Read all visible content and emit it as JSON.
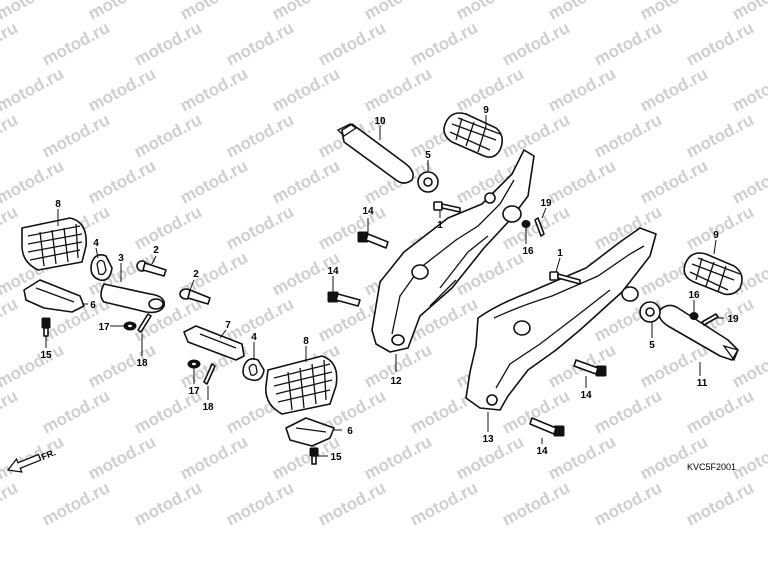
{
  "watermark": "motod.ru",
  "diagram_code": "KVC5F2001",
  "direction_label": "FR.",
  "callouts": {
    "c1a": "1",
    "c1b": "1",
    "c2a": "2",
    "c2b": "2",
    "c3": "3",
    "c4a": "4",
    "c4b": "4",
    "c5a": "5",
    "c5b": "5",
    "c6a": "6",
    "c6b": "6",
    "c7": "7",
    "c8a": "8",
    "c8b": "8",
    "c9a": "9",
    "c9b": "9",
    "c10": "10",
    "c11": "11",
    "c12": "12",
    "c13": "13",
    "c14a": "14",
    "c14b": "14",
    "c14c": "14",
    "c14d": "14",
    "c15a": "15",
    "c15b": "15",
    "c16a": "16",
    "c16b": "16",
    "c17a": "17",
    "c17b": "17",
    "c18a": "18",
    "c18b": "18",
    "c19a": "19",
    "c19b": "19"
  }
}
